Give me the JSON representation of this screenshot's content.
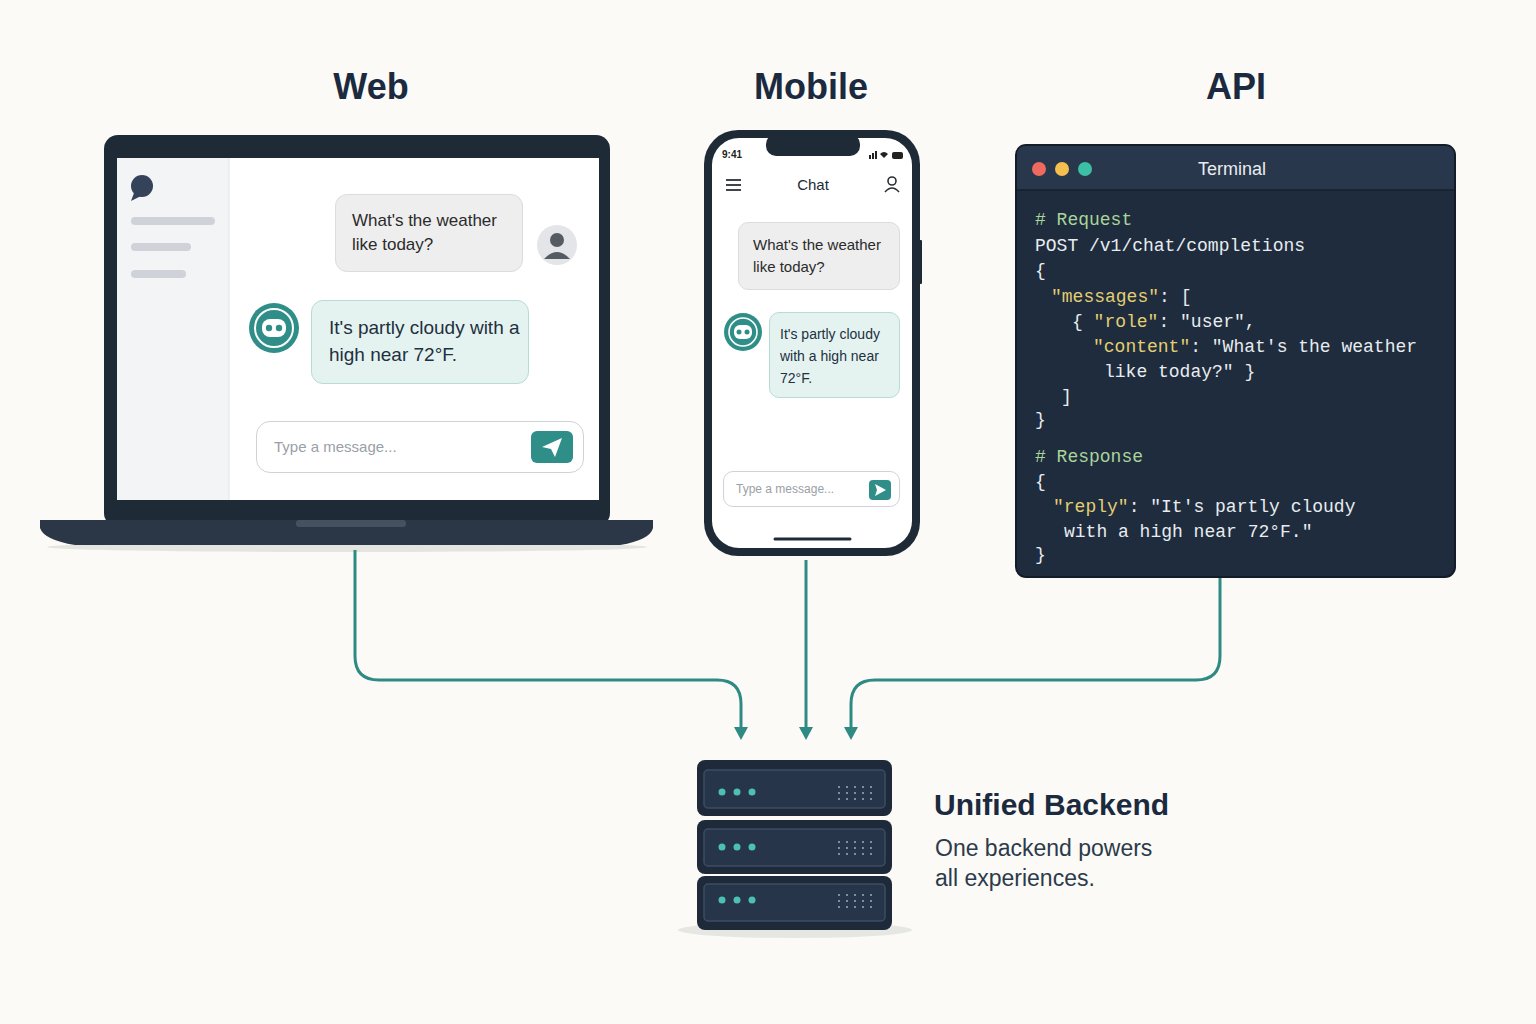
{
  "diagram": {
    "nodes": [
      {
        "text": [
          "Web"
        ]
      },
      {
        "text": [
          "What's the weather like today?"
        ],
        "in": 0
      },
      {
        "text": [
          "It's partly cloudy with a high near 72°F."
        ],
        "in": 0
      },
      {
        "text": [
          "Type a message..."
        ],
        "in": 0
      },
      {
        "text": [
          "Mobile",
          "9:41",
          "Chat"
        ]
      },
      {
        "text": [
          "What's the weather like today?"
        ],
        "in": 4
      },
      {
        "text": [
          "It's partly cloudy with a high near 72°F."
        ],
        "in": 4
      },
      {
        "text": [
          "Type a message..."
        ],
        "in": 4
      },
      {
        "text": [
          "API",
          "Terminal",
          "# Request",
          "POST /v1/chat/completions",
          "{",
          "\"messages\": [",
          "{ \"role\": \"user\",",
          "\"content\": \"What's the weather like today?\" }",
          "]",
          "}",
          "# Response",
          "{",
          "\"reply\": \"It's partly cloudy with a high near 72°F.\"",
          "}"
        ]
      },
      {
        "text": [
          "Unified Backend",
          "One backend powers all experiences."
        ]
      }
    ],
    "edges": [
      {
        "from": 0,
        "to": 9,
        "arrow": "to"
      },
      {
        "from": 4,
        "to": 9,
        "arrow": "to"
      },
      {
        "from": 8,
        "to": 9,
        "arrow": "to"
      }
    ]
  }
}
